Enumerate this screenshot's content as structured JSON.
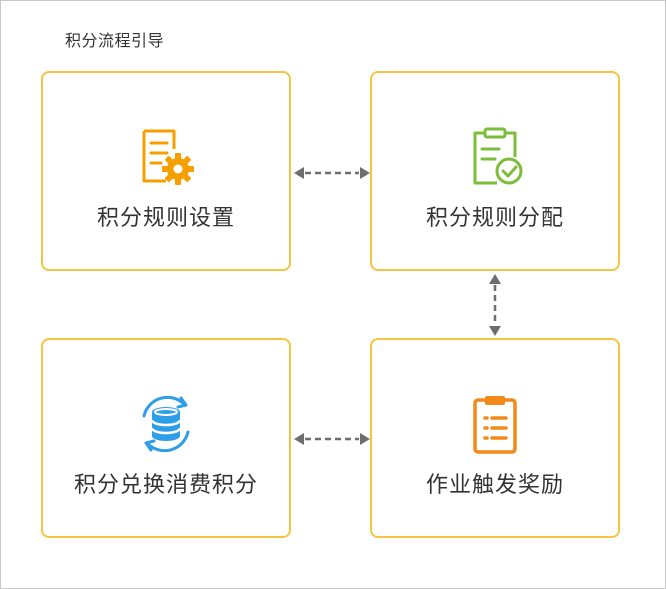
{
  "page": {
    "title": "积分流程引导"
  },
  "cards": [
    {
      "label": "积分规则设置",
      "icon": "document-gear-icon",
      "color": "#f5a000"
    },
    {
      "label": "积分规则分配",
      "icon": "clipboard-check-icon",
      "color": "#7cbd39"
    },
    {
      "label": "积分兑换消费积分",
      "icon": "coin-stack-cycle-icon",
      "color": "#2e9ee8"
    },
    {
      "label": "作业触发奖励",
      "icon": "clipboard-list-icon",
      "color": "#f28a1a"
    }
  ],
  "colors": {
    "card_border": "#f6c343",
    "arrow": "#6e6e6e",
    "text": "#333333"
  }
}
